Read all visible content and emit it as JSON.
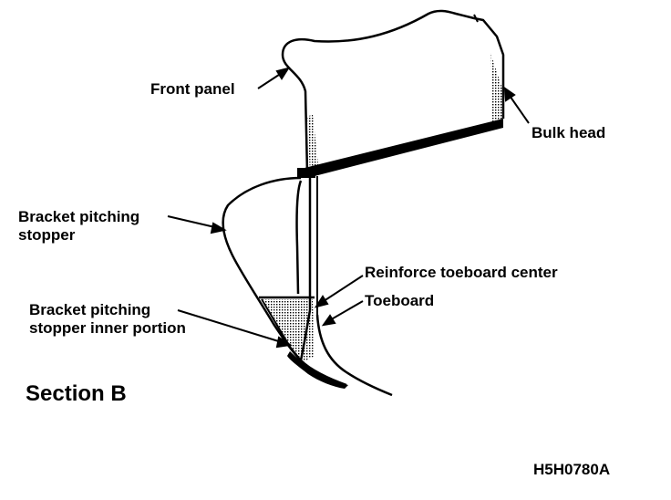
{
  "labels": {
    "front_panel": "Front panel",
    "bulk_head": "Bulk head",
    "bracket_pitching_stopper_line1": "Bracket pitching",
    "bracket_pitching_stopper_line2": "stopper",
    "reinforce_toeboard_center": "Reinforce toeboard center",
    "toeboard": "Toeboard",
    "bracket_inner_line1": "Bracket pitching",
    "bracket_inner_line2": "stopper inner portion"
  },
  "section_title": "Section B",
  "figure_code": "H5H0780A",
  "colors": {
    "ink": "#000000",
    "background": "#ffffff"
  }
}
